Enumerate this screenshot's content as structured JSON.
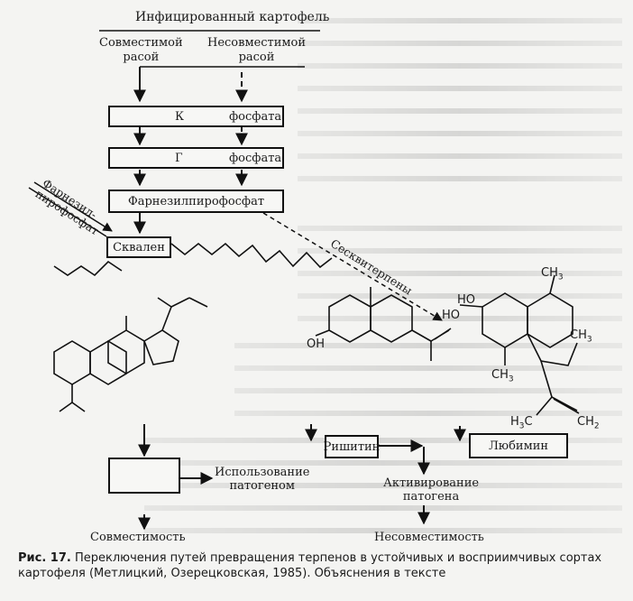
{
  "title": "Инфицированный картофель",
  "branches": {
    "compatible": "Совместимой\nрасой",
    "incompatible": "Несовместимой\nрасой"
  },
  "boxes": {
    "k": "К",
    "g": "Г",
    "k_right": "фосфата",
    "g_right": "фосфата",
    "farnesyl": "Фарнезилпирофосфат",
    "squalene": "Сквален",
    "rishitin": "Ришитин",
    "lubimin": "Любимин",
    "use": "Использование\nпатогеном"
  },
  "diagonal_labels": {
    "farnesyl_pp": "Фарнезил-\nпирофосфат",
    "sesquiterpenes": "Сесквитерпены"
  },
  "chem": {
    "oh_left": "OH",
    "oh_mid": "HO",
    "oh_right": "HO",
    "ch3_a": "CH",
    "ch3_b": "CH",
    "ch3_c": "CH",
    "h3c": "H",
    "ch2": "CH",
    "ch3_sub": "3",
    "h3c_sub": "3",
    "h3c_tail": "C",
    "ch2_sub": "2"
  },
  "activation": "Активирование\nпатогена",
  "outcomes": {
    "compatibility": "Совместимость",
    "incompatibility": "Несовместимость"
  },
  "caption": {
    "label": "Рис. 17.",
    "text": " Переключения путей превращения терпенов в устойчивых и восприимчивых сортах картофеля (Метлицкий, Озерецковская, 1985). Объяснения в тексте"
  }
}
